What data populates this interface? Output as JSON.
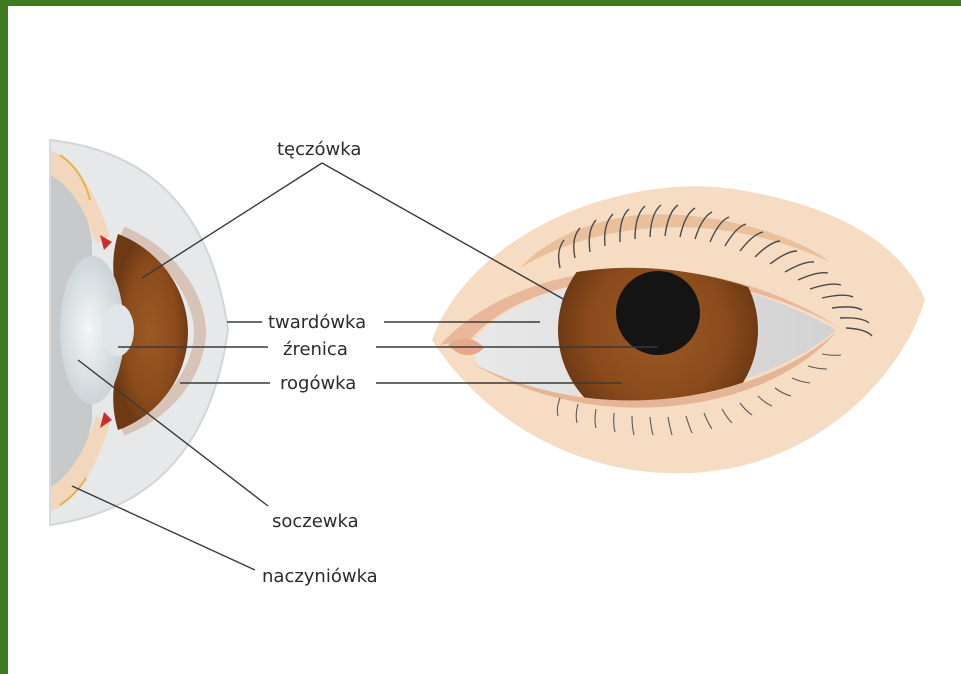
{
  "labels": {
    "iris": "tęczówka",
    "sclera": "twardówka",
    "pupil": "źrenica",
    "cornea": "rogówka",
    "lens": "soczewka",
    "choroid": "naczyniówka"
  },
  "colors": {
    "frame": "#3e7a1f",
    "skin": "#f6dcc2",
    "skin_dark": "#eac09c",
    "iris": "#8a4c1d",
    "pupil": "#1a1a1a",
    "sclera": "#dcdcdc",
    "leader_line": "#3a3a3a"
  }
}
